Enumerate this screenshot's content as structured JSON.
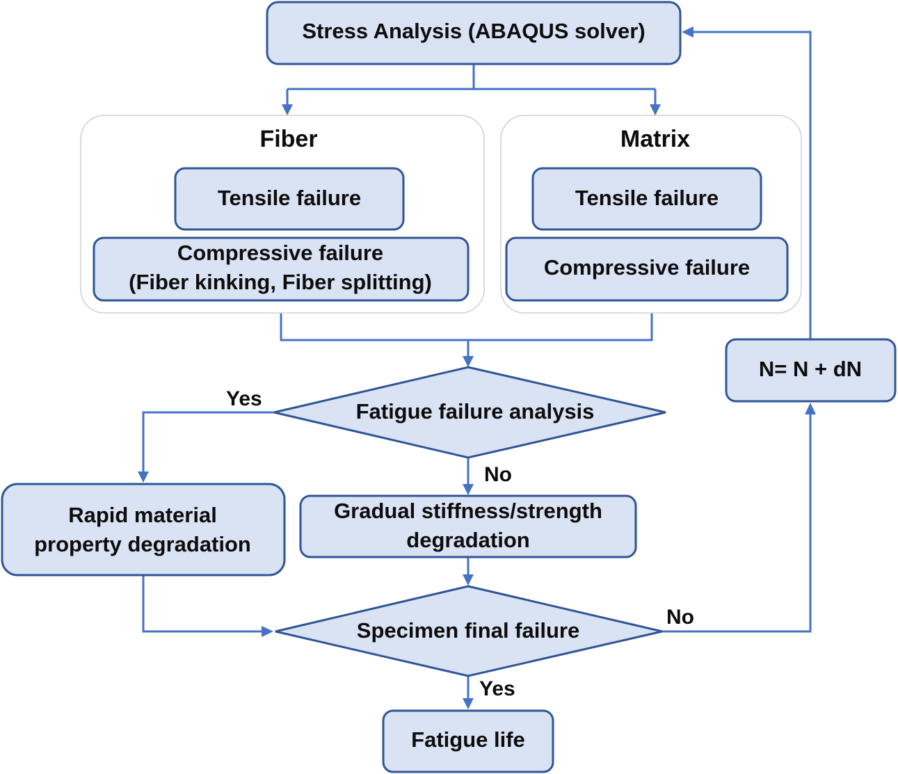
{
  "colors": {
    "box_fill": "#dae3f3",
    "box_stroke": "#2f5597",
    "connector": "#4472c4",
    "group_stroke": "#d0d0d0",
    "text": "#0d0d0d"
  },
  "nodes": {
    "stress_analysis": "Stress Analysis (ABAQUS solver)",
    "fiber_group": {
      "title": "Fiber",
      "tensile": "Tensile failure",
      "compressive_line1": "Compressive failure",
      "compressive_line2": "(Fiber kinking, Fiber splitting)"
    },
    "matrix_group": {
      "title": "Matrix",
      "tensile": "Tensile failure",
      "compressive": "Compressive failure"
    },
    "fatigue_analysis": "Fatigue failure analysis",
    "rapid_degradation_line1": "Rapid material",
    "rapid_degradation_line2": "property degradation",
    "gradual_degradation_line1": "Gradual stiffness/strength",
    "gradual_degradation_line2": "degradation",
    "final_failure": "Specimen final failure",
    "fatigue_life": "Fatigue life",
    "increment": "N= N + dN"
  },
  "edge_labels": {
    "fatigue_yes": "Yes",
    "fatigue_no": "No",
    "final_no": "No",
    "final_yes": "Yes"
  }
}
